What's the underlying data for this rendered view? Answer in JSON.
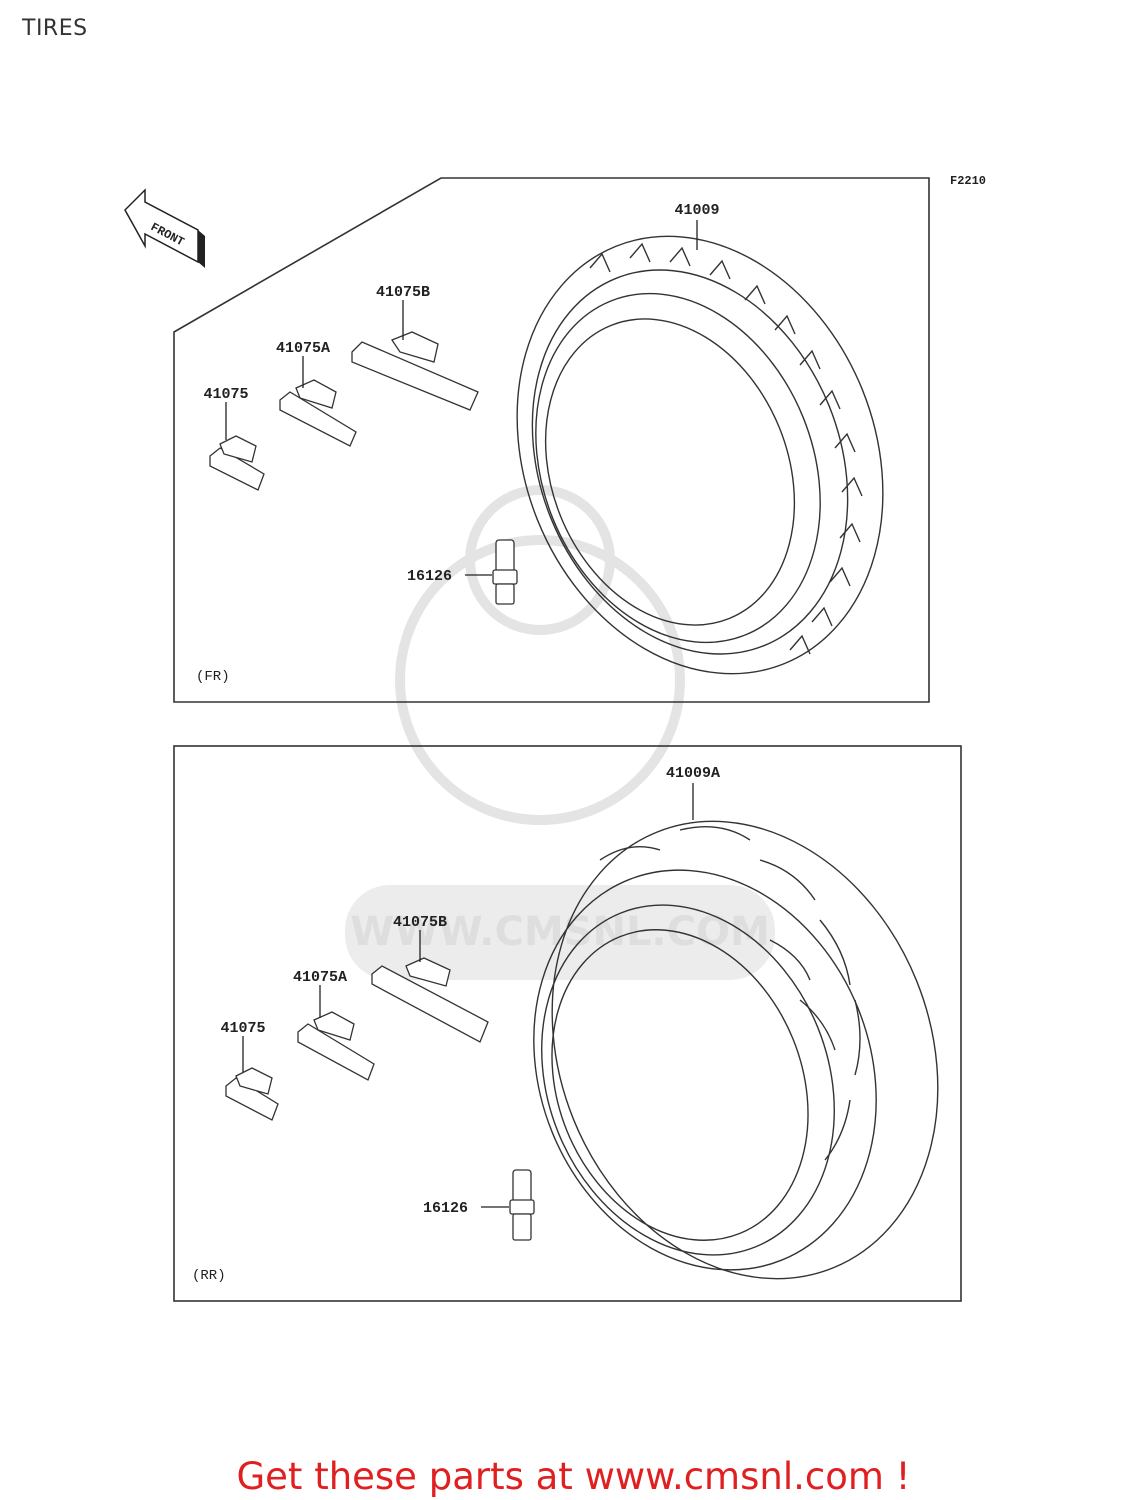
{
  "title": "TIRES",
  "figure_code": "F2210",
  "front_arrow_label": "FRONT",
  "watermark_text": "WWW.CMSNL.COM",
  "front_section": {
    "caption": "(FR)",
    "parts": {
      "tire": "41009",
      "weight_b": "41075B",
      "weight_a": "41075A",
      "weight": "41075",
      "valve": "16126"
    }
  },
  "rear_section": {
    "caption": "(RR)",
    "parts": {
      "tire": "41009A",
      "weight_b": "41075B",
      "weight_a": "41075A",
      "weight": "41075",
      "valve": "16126"
    }
  },
  "footer_text": "Get these parts at www.cmsnl.com !",
  "colors": {
    "footer": "#e02020",
    "lines": "#333333",
    "watermark": "#e4e4e4"
  }
}
